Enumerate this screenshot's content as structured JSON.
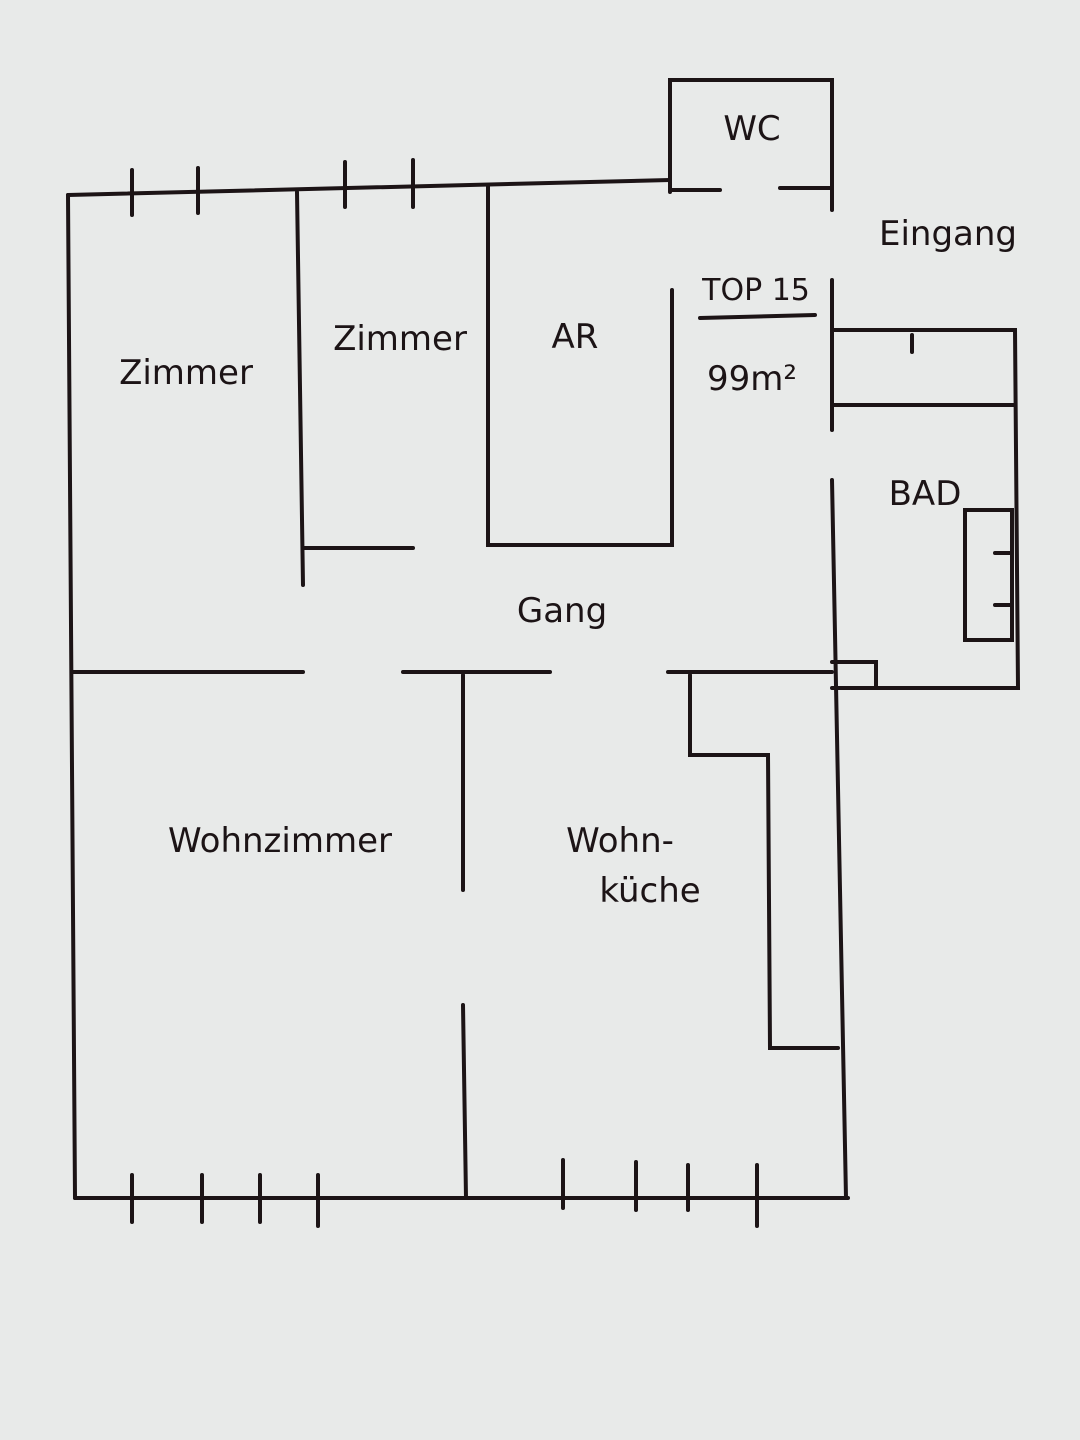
{
  "plan": {
    "unit_label": "TOP 15",
    "area": "99m²",
    "entrance": "Eingang",
    "rooms": {
      "wc": "WC",
      "zimmer_left": "Zimmer",
      "zimmer_mid": "Zimmer",
      "ar": "AR",
      "bad": "BAD",
      "gang": "Gang",
      "wohnzimmer": "Wohnzimmer",
      "wohnkueche_1": "Wohn-",
      "wohnkueche_2": "küche"
    },
    "colors": {
      "ink": "#1c1416",
      "paper": "#e8eae9"
    }
  }
}
